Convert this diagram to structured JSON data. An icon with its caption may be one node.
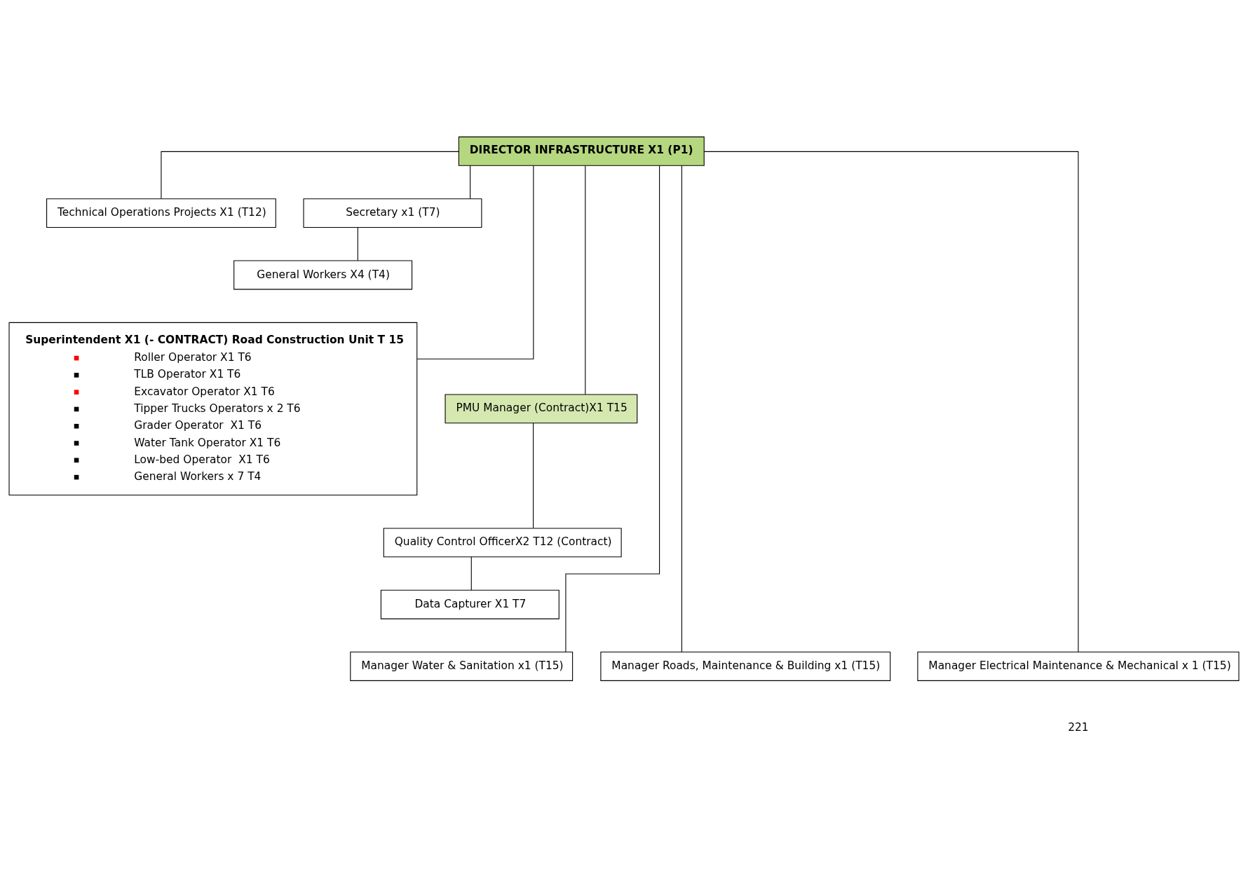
{
  "diagram": {
    "nodes": [
      {
        "text": [
          "DIRECTOR INFRASTRUCTURE X1 (P1)"
        ]
      },
      {
        "text": [
          "Technical Operations Projects X1 (T12)"
        ]
      },
      {
        "text": [
          "Secretary x1 (T7)"
        ]
      },
      {
        "text": [
          "General Workers X4 (T4)"
        ]
      },
      {
        "text": [
          "Superintendent X1 (- CONTRACT) Road Construction Unit T 15",
          "Roller Operator X1 T6",
          "TLB Operator X1 T6",
          "Excavator Operator X1 T6",
          "Tipper Trucks Operators x 2 T6",
          "Grader Operator  X1 T6",
          "Water Tank Operator X1 T6",
          "Low-bed Operator  X1 T6",
          "General Workers x 7 T4"
        ]
      },
      {
        "text": [
          "PMU Manager (Contract)X1 T15"
        ]
      },
      {
        "text": [
          "Quality Control OfficerX2 T12 (Contract)"
        ]
      },
      {
        "text": [
          "Data Capturer X1 T7"
        ]
      },
      {
        "text": [
          "Manager Water & Sanitation x1 (T15)"
        ]
      },
      {
        "text": [
          "Manager Roads, Maintenance & Building x1 (T15)"
        ]
      },
      {
        "text": [
          "Manager Electrical Maintenance & Mechanical x 1 (T15)"
        ]
      }
    ],
    "edges": [
      {
        "from": 0,
        "to": 1,
        "arrow": "none"
      },
      {
        "from": 0,
        "to": 2,
        "arrow": "none"
      },
      {
        "from": 2,
        "to": 3,
        "arrow": "none"
      },
      {
        "from": 0,
        "to": 4,
        "arrow": "none"
      },
      {
        "from": 0,
        "to": 5,
        "arrow": "none"
      },
      {
        "from": 5,
        "to": 6,
        "arrow": "none"
      },
      {
        "from": 6,
        "to": 7,
        "arrow": "none"
      },
      {
        "from": 0,
        "to": 8,
        "arrow": "none"
      },
      {
        "from": 0,
        "to": 9,
        "arrow": "none"
      },
      {
        "from": 0,
        "to": 10,
        "arrow": "none"
      }
    ],
    "labels": [
      "221"
    ]
  }
}
